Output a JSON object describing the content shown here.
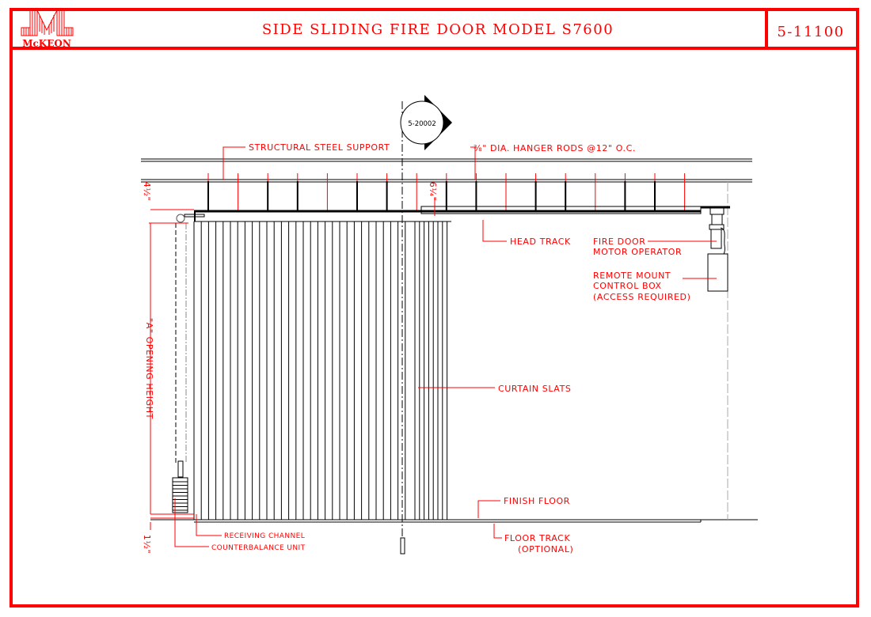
{
  "header": {
    "logo_text": "McKEON",
    "title": "SIDE SLIDING FIRE DOOR MODEL S7600",
    "drawing_number": "5-11100"
  },
  "drawing": {
    "section_marker": "5-20002",
    "labels": {
      "structural_support": "STRUCTURAL STEEL SUPPORT",
      "hanger_rods": "⅜\" DIA. HANGER RODS @12\" O.C.",
      "head_track": "HEAD TRACK",
      "motor_operator_1": "FIRE DOOR",
      "motor_operator_2": "MOTOR OPERATOR",
      "control_box_1": "REMOTE MOUNT",
      "control_box_2": "CONTROL BOX",
      "control_box_3": "(ACCESS REQUIRED)",
      "curtain_slats": "CURTAIN SLATS",
      "finish_floor": "FINISH FLOOR",
      "floor_track_1": "FLOOR TRACK",
      "floor_track_2": "(OPTIONAL)",
      "receiving_channel": "RECEIVING CHANNEL",
      "counterbalance": "COUNTERBALANCE UNIT",
      "opening_height": "\"A\" OPENING HEIGHT",
      "dim_top_left": "4½\"",
      "dim_top_mid": "6¼\"",
      "dim_bottom": "1½\""
    }
  },
  "colors": {
    "accent": "#ff0000",
    "line": "#000000"
  }
}
